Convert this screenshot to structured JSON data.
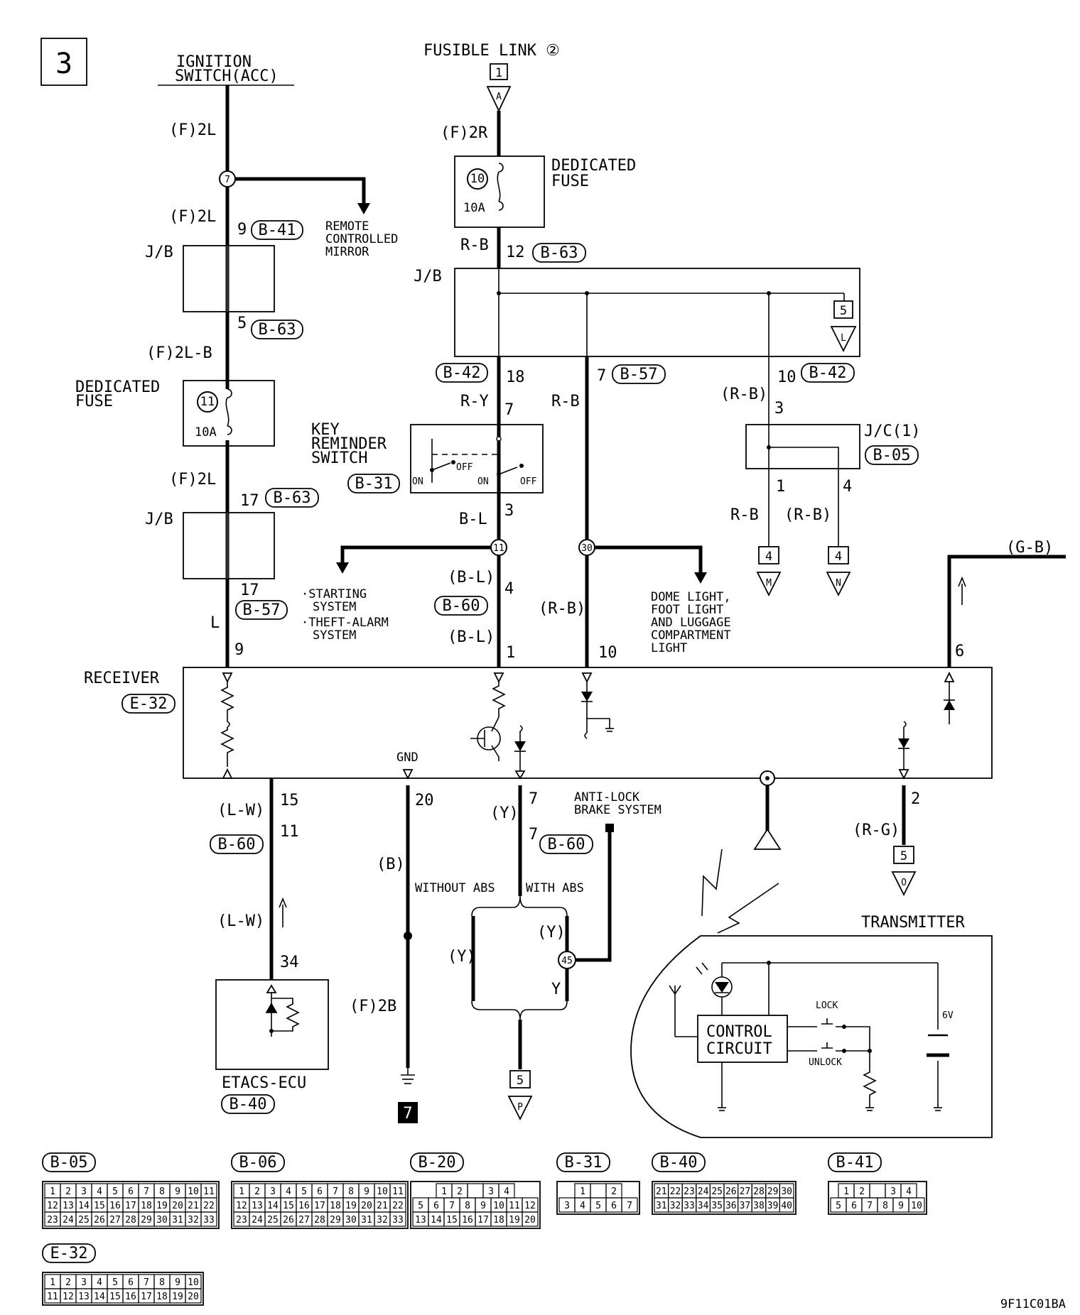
{
  "page": {
    "sheet_number": "3",
    "figure_code": "9F11C01BA"
  },
  "top": {
    "ignition_line1": "IGNITION",
    "ignition_line2": "SWITCH(ACC)",
    "fusible_link": "FUSIBLE LINK ②",
    "fusible_link_marker": "1",
    "fusible_link_arrow": "A"
  },
  "left": {
    "w_f2l_1": "(F)2L",
    "splice_7": "7",
    "remote_mirror_1": "REMOTE",
    "remote_mirror_2": "CONTROLLED",
    "remote_mirror_3": "MIRROR",
    "w_f2l_2": "(F)2L",
    "pin_9": "9",
    "conn_b41": "B-41",
    "jb1_label": "J/B",
    "pin_5": "5",
    "conn_b63_a": "B-63",
    "w_f2lb": "(F)2L-B",
    "df_line1": "DEDICATED",
    "df_line2": "FUSE",
    "fuse_num": "11",
    "fuse_amp": "10A",
    "w_f2l_3": "(F)2L",
    "pin_17a": "17",
    "conn_b63_b": "B-63",
    "jb2_label": "J/B",
    "pin_17b": "17",
    "conn_b57": "B-57",
    "w_l": "L",
    "pin_9b": "9"
  },
  "center": {
    "w_f2r": "(F)2R",
    "df_line1": "DEDICATED",
    "df_line2": "FUSE",
    "fuse_num": "10",
    "fuse_amp": "10A",
    "w_rb1": "R-B",
    "pin_12": "12",
    "conn_b63": "B-63",
    "jb_label": "J/B",
    "jb_marker": "5",
    "jb_arrow": "L",
    "conn_b42_a": "B-42",
    "pin_18": "18",
    "pin_7_jb": "7",
    "conn_b57": "B-57",
    "pin_10_jb": "10",
    "conn_b42_b": "B-42",
    "w_ry": "R-Y",
    "pin_7_key": "7",
    "w_rb2": "R-B",
    "w_rb3": "(R-B)",
    "pin_3_jc": "3",
    "key_line1": "KEY",
    "key_line2": "REMINDER",
    "key_line3": "SWITCH",
    "conn_b31": "B-31",
    "sw_on_l": "ON",
    "sw_off_l": "OFF",
    "sw_on_r": "ON",
    "sw_off_r": "OFF",
    "jc_label": "J/C(1)",
    "conn_b05": "B-05",
    "pin_1_jc": "1",
    "pin_4_jc": "4",
    "w_rb4": "R-B",
    "w_rb5": "(R-B)",
    "marker_m_num": "4",
    "marker_m": "M",
    "marker_n_num": "4",
    "marker_n": "N",
    "w_bl": "B-L",
    "pin_3_key": "3",
    "splice_11": "11",
    "splice_30": "30",
    "start_1": "·STARTING",
    "start_2": "SYSTEM",
    "start_3": "·THEFT-ALARM",
    "start_4": "SYSTEM",
    "dome_1": "DOME LIGHT,",
    "dome_2": "FOOT LIGHT",
    "dome_3": "AND LUGGAGE",
    "dome_4": "COMPARTMENT",
    "dome_5": "LIGHT",
    "w_bl2": "(B-L)",
    "pin_4": "4",
    "conn_b60": "B-60",
    "w_bl3": "(B-L)",
    "pin_1": "1",
    "w_rb6": "(R-B)",
    "pin_10": "10",
    "w_gb": "(G-B)",
    "pin_6": "6"
  },
  "receiver": {
    "label": "RECEIVER",
    "conn": "E-32",
    "gnd": "GND"
  },
  "bottom": {
    "pin_15": "15",
    "w_lw1": "(L-W)",
    "conn_b60_a": "B-60",
    "pin_11": "11",
    "w_lw2": "(L-W)",
    "pin_34": "34",
    "etacs": "ETACS-ECU",
    "conn_b40": "B-40",
    "pin_20": "20",
    "w_b": "(B)",
    "w_f2b": "(F)2B",
    "ground_marker": "7",
    "pin_7a": "7",
    "w_y1": "(Y)",
    "pin_7b": "7",
    "conn_b60_b": "B-60",
    "abs_1": "ANTI-LOCK",
    "abs_2": "BRAKE SYSTEM",
    "without_abs": "WITHOUT ABS",
    "with_abs": "WITH ABS",
    "w_y2": "(Y)",
    "w_y3": "(Y)",
    "splice_45": "45",
    "w_y4": "Y",
    "marker_p_num": "5",
    "marker_p": "P",
    "pin_2": "2",
    "w_rg": "(R-G)",
    "marker_o_num": "5",
    "marker_o": "O"
  },
  "transmitter": {
    "label": "TRANSMITTER",
    "cc_1": "CONTROL",
    "cc_2": "CIRCUIT",
    "lock": "LOCK",
    "unlock": "UNLOCK",
    "battery": "6V"
  },
  "connectors": {
    "b05": {
      "label": "B-05",
      "row1": [
        "1",
        "2",
        "3",
        "4",
        "5",
        "6",
        "7",
        "8",
        "9",
        "10",
        "11"
      ],
      "row2": [
        "12",
        "13",
        "14",
        "15",
        "16",
        "17",
        "18",
        "19",
        "20",
        "21",
        "22"
      ],
      "row3": [
        "23",
        "24",
        "25",
        "26",
        "27",
        "28",
        "29",
        "30",
        "31",
        "32",
        "33"
      ]
    },
    "b06": {
      "label": "B-06",
      "row1": [
        "1",
        "2",
        "3",
        "4",
        "5",
        "6",
        "7",
        "8",
        "9",
        "10",
        "11"
      ],
      "row2": [
        "12",
        "13",
        "14",
        "15",
        "16",
        "17",
        "18",
        "19",
        "20",
        "21",
        "22"
      ],
      "row3": [
        "23",
        "24",
        "25",
        "26",
        "27",
        "28",
        "29",
        "30",
        "31",
        "32",
        "33"
      ]
    },
    "b20": {
      "label": "B-20",
      "row1": [
        "1",
        "2",
        "",
        "3",
        "4"
      ],
      "row2": [
        "5",
        "6",
        "7",
        "8",
        "9",
        "10",
        "11",
        "12"
      ],
      "row3": [
        "13",
        "14",
        "15",
        "16",
        "17",
        "18",
        "19",
        "20"
      ]
    },
    "b31": {
      "label": "B-31",
      "row1": [
        "1",
        "",
        "2"
      ],
      "row2": [
        "3",
        "4",
        "5",
        "6",
        "7"
      ]
    },
    "b40": {
      "label": "B-40",
      "row1": [
        "21",
        "22",
        "23",
        "24",
        "25",
        "26",
        "27",
        "28",
        "29",
        "30"
      ],
      "row2": [
        "31",
        "32",
        "33",
        "34",
        "35",
        "36",
        "37",
        "38",
        "39",
        "40"
      ]
    },
    "b41": {
      "label": "B-41",
      "row1": [
        "1",
        "2",
        "",
        "3",
        "4"
      ],
      "row2": [
        "5",
        "6",
        "7",
        "8",
        "9",
        "10"
      ]
    },
    "e32": {
      "label": "E-32",
      "row1": [
        "1",
        "2",
        "3",
        "4",
        "5",
        "6",
        "7",
        "8",
        "9",
        "10"
      ],
      "row2": [
        "11",
        "12",
        "13",
        "14",
        "15",
        "16",
        "17",
        "18",
        "19",
        "20"
      ]
    }
  }
}
